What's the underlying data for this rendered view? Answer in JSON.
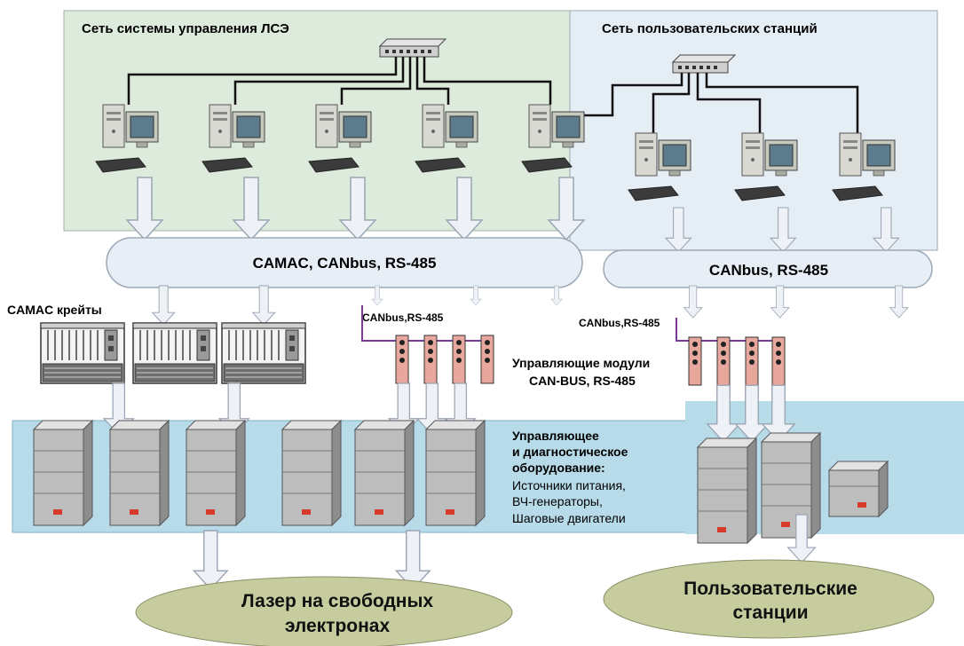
{
  "diagram": {
    "control_network_title": "Сеть системы управления ЛСЭ",
    "user_network_title": "Сеть пользовательских станций",
    "bus_left_label": "CAMAC, CANbus, RS-485",
    "bus_right_label": "CANbus, RS-485",
    "camac_crates_label": "CAMAC крейты",
    "canbus_tap_left": "CANbus,RS-485",
    "canbus_tap_right": "CANbus,RS-485",
    "modules_label_line1": "Управляющие модули",
    "modules_label_line2": "CAN-BUS, RS-485",
    "equipment_label_line1": "Управляющее",
    "equipment_label_line2": "и диагностическое",
    "equipment_label_line3": "оборудование:",
    "equipment_item1": "Источники питания,",
    "equipment_item2": "ВЧ-генераторы,",
    "equipment_item3": "Шаговые двигатели",
    "fel_label_line1": "Лазер на свободных",
    "fel_label_line2": "электронах",
    "stations_label_line1": "Пользовательские",
    "stations_label_line2": "станции"
  },
  "colors": {
    "control_zone": "#dcebdc",
    "user_zone": "#e6eef5",
    "equipment_band": "#b7dbe9",
    "bus": "#e8eef6",
    "module": "#e8a79c",
    "oval": "#c7cc9e",
    "tap_line": "#7a3a9a"
  }
}
